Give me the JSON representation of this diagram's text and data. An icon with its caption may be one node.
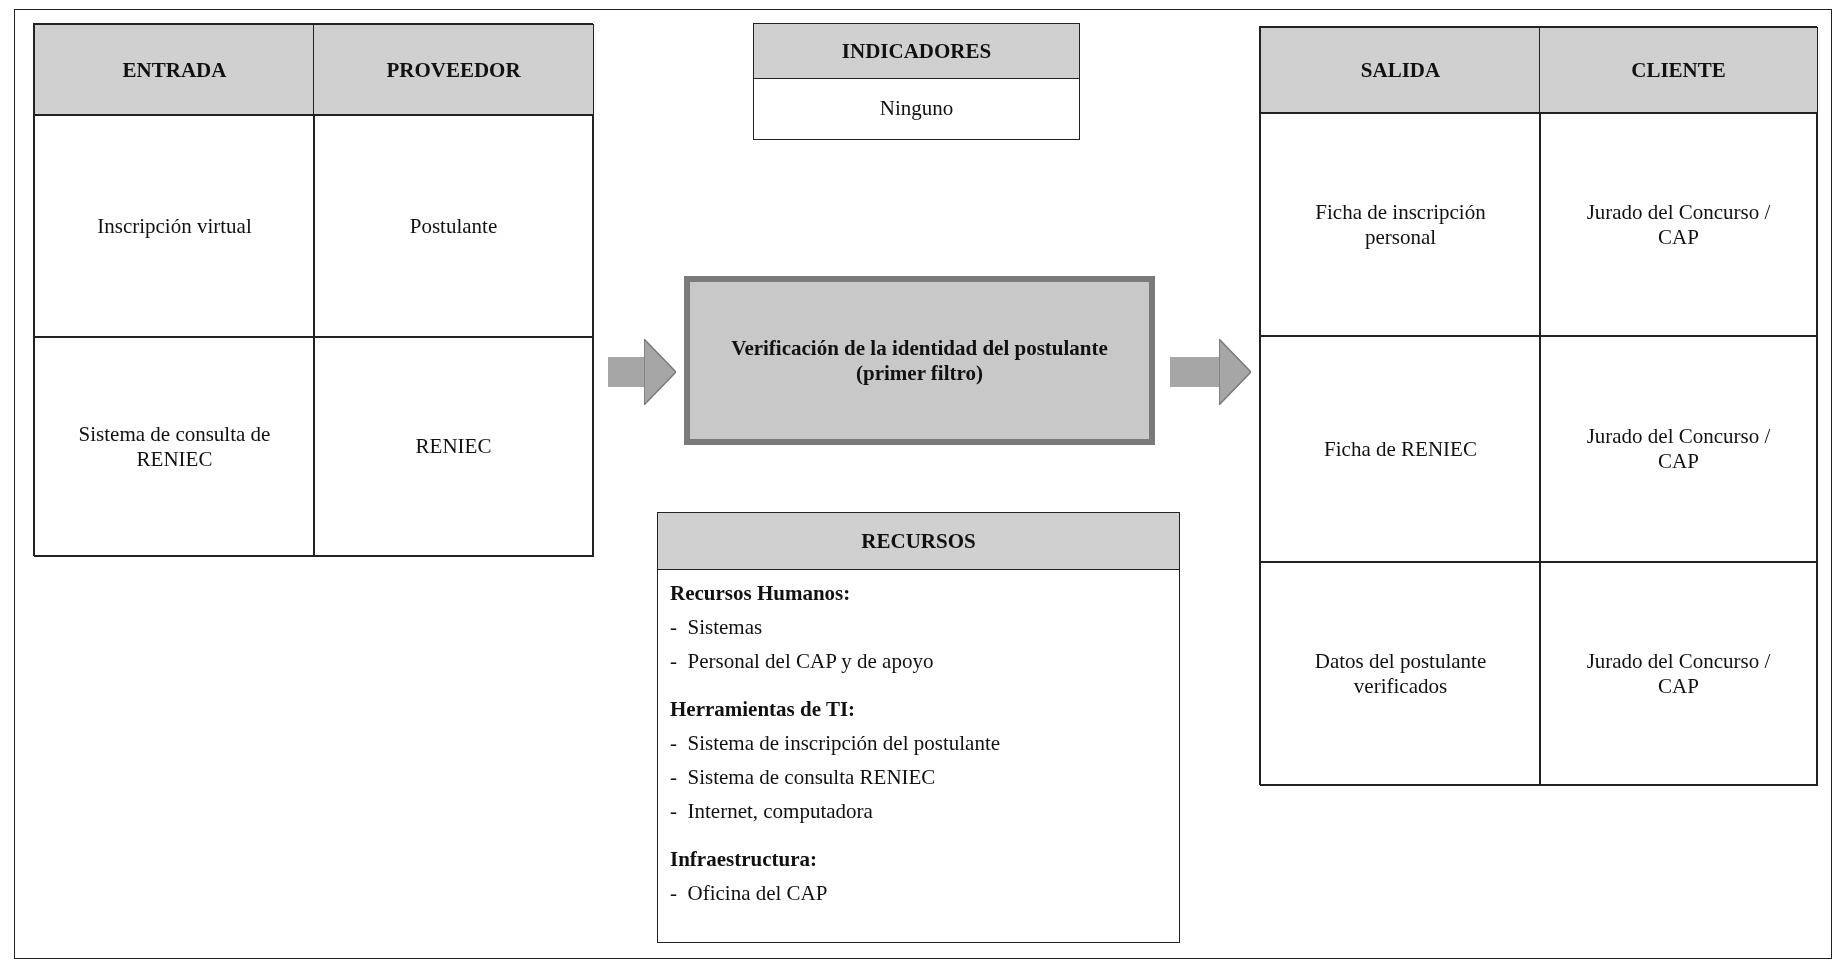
{
  "diagram": {
    "nodes": [
      {
        "text": [],
        "shape": "box"
      },
      {
        "text": [
          "ENTRADA"
        ],
        "in": 0
      },
      {
        "text": [
          "PROVEEDOR"
        ],
        "in": 0
      },
      {
        "text": [
          "Inscripción virtual"
        ],
        "in": 0
      },
      {
        "text": [
          "Postulante"
        ],
        "in": 0
      },
      {
        "text": [
          "Sistema de consulta de RENIEC"
        ],
        "in": 0
      },
      {
        "text": [
          "RENIEC"
        ],
        "in": 0
      },
      {
        "text": [
          "INDICADORES",
          "Ninguno"
        ]
      },
      {
        "text": [
          "Verificación de la identidad del postulante (primer filtro)"
        ]
      },
      {
        "text": [
          "RECURSOS",
          "Recursos Humanos:",
          "-  Sistemas",
          "-  Personal del CAP y de apoyo",
          "Herramientas de TI:",
          "-  Sistema de inscripción del postulante",
          "-  Sistema de consulta RENIEC",
          "-  Internet, computadora",
          "Infraestructura:",
          "-  Oficina del CAP"
        ]
      },
      {
        "text": [],
        "shape": "box"
      },
      {
        "text": [
          "SALIDA"
        ],
        "in": 10
      },
      {
        "text": [
          "CLIENTE"
        ],
        "in": 10
      },
      {
        "text": [
          "Ficha de inscripción personal"
        ],
        "in": 10
      },
      {
        "text": [
          "Jurado del Concurso / CAP"
        ],
        "in": 10
      },
      {
        "text": [
          "Ficha de RENIEC"
        ],
        "in": 10
      },
      {
        "text": [
          "Jurado del Concurso / CAP"
        ],
        "in": 10
      },
      {
        "text": [
          "Datos del postulante verificados"
        ],
        "in": 10
      },
      {
        "text": [
          "Jurado del Concurso / CAP"
        ],
        "in": 10
      }
    ],
    "edges": [
      {
        "from": 0,
        "to": 8,
        "arrow": "to"
      },
      {
        "from": 8,
        "to": 10,
        "arrow": "to"
      }
    ]
  }
}
